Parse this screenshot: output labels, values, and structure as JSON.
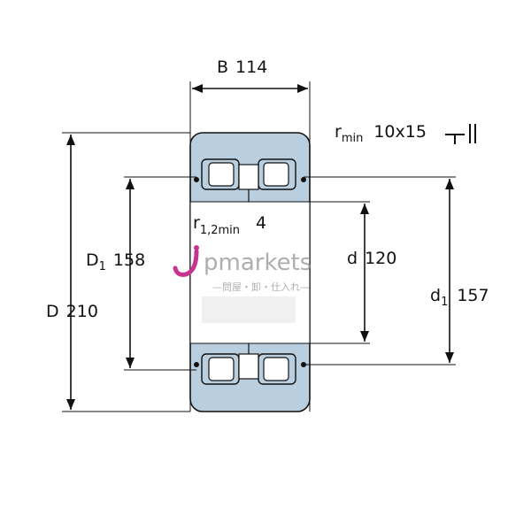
{
  "dimensions": {
    "B": {
      "symbol": "B",
      "value": "114"
    },
    "D": {
      "symbol": "D",
      "value": "210"
    },
    "D1": {
      "symbol": "D",
      "subscript": "1",
      "value": "158"
    },
    "d": {
      "symbol": "d",
      "value": "120"
    },
    "d1": {
      "symbol": "d",
      "subscript": "1",
      "value": "157"
    },
    "rmin": {
      "symbol": "r",
      "subscript": "min",
      "value": "10x15"
    },
    "r12min": {
      "symbol": "r",
      "subscript": "1,2min",
      "value": "4"
    }
  },
  "watermark": {
    "brand": "pmarkets",
    "tagline": "—問屋・卸・仕入れ—"
  },
  "colors": {
    "ring_fill": "#b9cfe0",
    "roller_fill": "#ffffff",
    "line": "#111111",
    "watermark_accent": "#c8338f"
  }
}
